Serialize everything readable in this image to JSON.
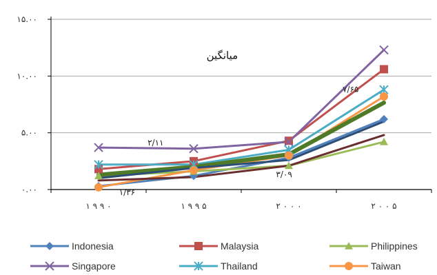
{
  "chart_data": {
    "type": "line",
    "categories": [
      "۱۹۹۰",
      "۱۹۹۵",
      "۲۰۰۰",
      "۲۰۰۵"
    ],
    "ylim": [
      0,
      15
    ],
    "yticks": [
      {
        "value": 0,
        "label": "۰.۰۰"
      },
      {
        "value": 5,
        "label": "۵.۰۰"
      },
      {
        "value": 10,
        "label": "۱۰.۰۰"
      },
      {
        "value": 15,
        "label": "۱۵.۰۰"
      }
    ],
    "grid": "horizontal",
    "legend_position": "bottom",
    "series": [
      {
        "name": "Indonesia",
        "values": [
          0.3,
          1.2,
          2.8,
          6.2
        ],
        "color": "#4F81BD",
        "marker": "diamond"
      },
      {
        "name": "Malaysia",
        "values": [
          1.8,
          2.5,
          4.3,
          10.6
        ],
        "color": "#C0504D",
        "marker": "square"
      },
      {
        "name": "Philippines",
        "values": [
          1.2,
          1.6,
          2.1,
          4.2
        ],
        "color": "#9BBB59",
        "marker": "triangle"
      },
      {
        "name": "Singapore",
        "values": [
          3.7,
          3.6,
          4.2,
          12.3
        ],
        "color": "#8064A2",
        "marker": "x"
      },
      {
        "name": "Thailand",
        "values": [
          2.2,
          2.2,
          3.5,
          8.8
        ],
        "color": "#4BACC6",
        "marker": "star"
      },
      {
        "name": "Taiwan",
        "values": [
          0.2,
          1.7,
          3.0,
          8.2
        ],
        "color": "#F79646",
        "marker": "circle"
      },
      {
        "name": "",
        "values": [
          1.3,
          2.0,
          3.1,
          7.65
        ],
        "color": "#4F7A28",
        "marker": "none",
        "width": 6
      },
      {
        "name": "",
        "values": [
          0.8,
          1.1,
          2.1,
          4.8
        ],
        "color": "#6B2E2E",
        "marker": "none",
        "width": 3
      },
      {
        "name": "",
        "values": [
          1.0,
          1.9,
          2.6,
          6.0
        ],
        "color": "#2C4D75",
        "marker": "none",
        "width": 3
      }
    ],
    "annotations": [
      {
        "text": "میانگین",
        "x": 1.3,
        "y": 11.5
      },
      {
        "text": "۷/۶۵",
        "x": 2.65,
        "y": 8.6
      },
      {
        "text": "۲/۱۱",
        "x": 0.6,
        "y": 3.9
      },
      {
        "text": "۳/۰۹",
        "x": 1.95,
        "y": 1.1
      },
      {
        "text": "۱/۳۶",
        "x": 0.3,
        "y": -0.5
      }
    ]
  }
}
